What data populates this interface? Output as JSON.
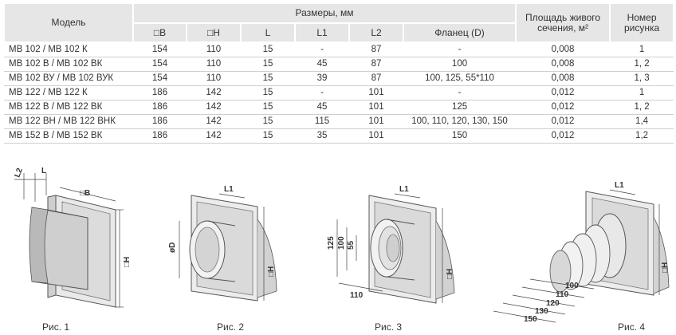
{
  "table": {
    "headers": {
      "model": "Модель",
      "dimensions": "Размеры, мм",
      "area_line1": "Площадь живого",
      "area_line2": "сечения, м²",
      "figure_line1": "Номер",
      "figure_line2": "рисунка",
      "sub": [
        "□B",
        "□H",
        "L",
        "L1",
        "L2",
        "Фланец (D)"
      ]
    },
    "rows": [
      [
        "МВ 102 / МВ 102 К",
        "154",
        "110",
        "15",
        "-",
        "87",
        "-",
        "0,008",
        "1"
      ],
      [
        "МВ 102 В / МВ 102 ВК",
        "154",
        "110",
        "15",
        "45",
        "87",
        "100",
        "0,008",
        "1, 2"
      ],
      [
        "МВ 102 ВУ / МВ 102 ВУК",
        "154",
        "110",
        "15",
        "39",
        "87",
        "100, 125, 55*110",
        "0,008",
        "1, 3"
      ],
      [
        "МВ 122 / МВ 122 К",
        "186",
        "142",
        "15",
        "-",
        "101",
        "-",
        "0,012",
        "1"
      ],
      [
        "МВ 122 В / МВ 122 ВК",
        "186",
        "142",
        "15",
        "45",
        "101",
        "125",
        "0,012",
        "1, 2"
      ],
      [
        "МВ 122 ВН / МВ 122 ВНК",
        "186",
        "142",
        "15",
        "115",
        "101",
        "100, 110, 120, 130, 150",
        "0,012",
        "1,4"
      ],
      [
        "МВ 152 В / МВ 152 ВК",
        "186",
        "142",
        "15",
        "35",
        "101",
        "150",
        "0,012",
        "1,2"
      ]
    ]
  },
  "figures": {
    "fig1": {
      "caption": "Рис. 1",
      "labels": {
        "l2": "L2",
        "l": "L",
        "b": "□B",
        "h": "□H"
      }
    },
    "fig2": {
      "caption": "Рис. 2",
      "labels": {
        "l1": "L1",
        "d": "øD",
        "h": "□H"
      }
    },
    "fig3": {
      "caption": "Рис. 3",
      "labels": {
        "l1": "L1",
        "d125": "125",
        "d100": "100",
        "d55": "55",
        "w110": "110",
        "h": "□H"
      }
    },
    "fig4": {
      "caption": "Рис. 4",
      "labels": {
        "l1": "L1",
        "h": "□H",
        "d100": "100",
        "d110": "110",
        "d120": "120",
        "d130": "130",
        "d150": "150"
      }
    }
  }
}
